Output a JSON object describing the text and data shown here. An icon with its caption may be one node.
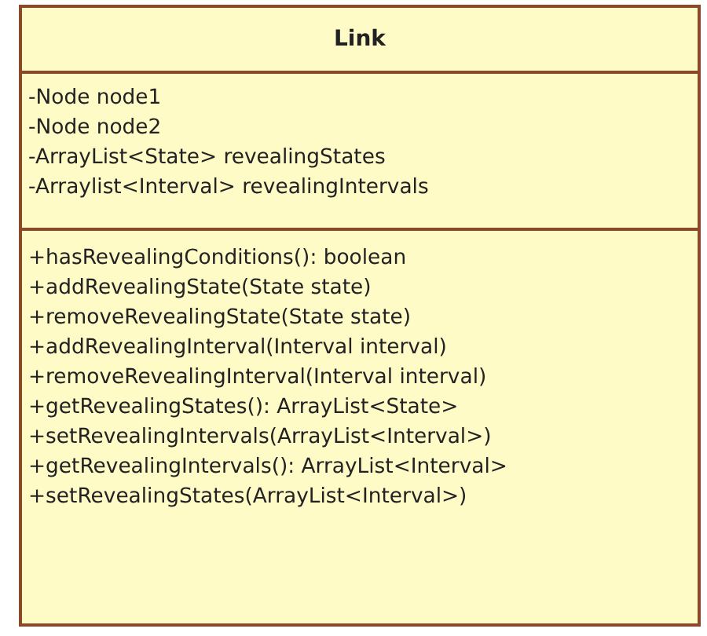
{
  "diagram": {
    "nodes": [
      {
        "text": [
          "Link"
        ]
      },
      {
        "text": [
          "-Node node1",
          "-Node node2",
          "-ArrayList<State> revealingStates",
          "-Arraylist<Interval> revealingIntervals"
        ],
        "in": 0
      },
      {
        "text": [
          "+hasRevealingConditions(): boolean",
          "+addRevealingState(State state)",
          "+removeRevealingState(State state)",
          "+addRevealingInterval(Interval interval)",
          "+removeRevealingInterval(Interval interval)",
          "+getRevealingStates(): ArrayList<State>",
          "+setRevealingIntervals(ArrayList<Interval>)",
          "+getRevealingIntervals(): ArrayList<Interval>",
          "+setRevealingStates(ArrayList<Interval>)"
        ],
        "in": 0
      }
    ]
  }
}
